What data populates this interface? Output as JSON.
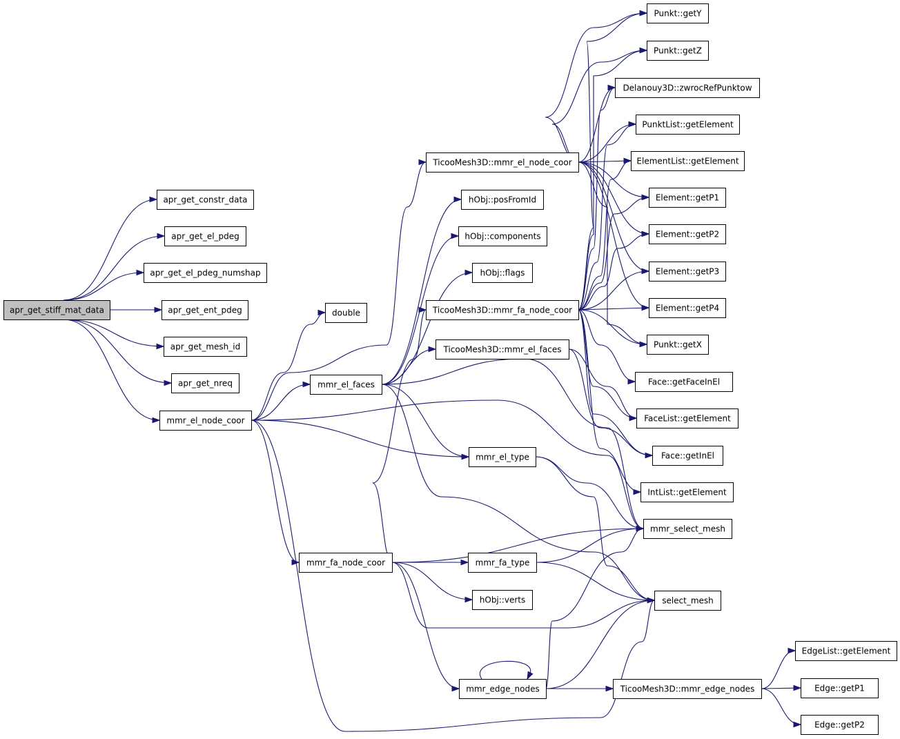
{
  "graph": {
    "colors": {
      "edge": "#191970",
      "node_fill": "#ffffff",
      "root_fill": "#bfbfbf",
      "border": "#000000"
    },
    "nodes": [
      {
        "id": "apr_get_stiff_mat_data",
        "label": "apr_get_stiff_mat_data",
        "root": true
      },
      {
        "id": "apr_get_constr_data",
        "label": "apr_get_constr_data"
      },
      {
        "id": "apr_get_el_pdeg",
        "label": "apr_get_el_pdeg"
      },
      {
        "id": "apr_get_el_pdeg_numshap",
        "label": "apr_get_el_pdeg_numshap"
      },
      {
        "id": "apr_get_ent_pdeg",
        "label": "apr_get_ent_pdeg"
      },
      {
        "id": "apr_get_mesh_id",
        "label": "apr_get_mesh_id"
      },
      {
        "id": "apr_get_nreq",
        "label": "apr_get_nreq"
      },
      {
        "id": "mmr_el_node_coor",
        "label": "mmr_el_node_coor"
      },
      {
        "id": "double",
        "label": "double"
      },
      {
        "id": "mmr_el_faces",
        "label": "mmr_el_faces"
      },
      {
        "id": "mmr_fa_node_coor",
        "label": "mmr_fa_node_coor"
      },
      {
        "id": "T_mmr_el_node_coor",
        "label": "TicooMesh3D::mmr_el_node_coor"
      },
      {
        "id": "hObj_posFromId",
        "label": "hObj::posFromId"
      },
      {
        "id": "hObj_components",
        "label": "hObj::components"
      },
      {
        "id": "hObj_flags",
        "label": "hObj::flags"
      },
      {
        "id": "T_mmr_fa_node_coor",
        "label": "TicooMesh3D::mmr_fa_node_coor"
      },
      {
        "id": "T_mmr_el_faces",
        "label": "TicooMesh3D::mmr_el_faces"
      },
      {
        "id": "mmr_el_type",
        "label": "mmr_el_type"
      },
      {
        "id": "mmr_fa_type",
        "label": "mmr_fa_type"
      },
      {
        "id": "hObj_verts",
        "label": "hObj::verts"
      },
      {
        "id": "mmr_edge_nodes",
        "label": "mmr_edge_nodes"
      },
      {
        "id": "Punkt_getY",
        "label": "Punkt::getY"
      },
      {
        "id": "Punkt_getZ",
        "label": "Punkt::getZ"
      },
      {
        "id": "Delanouy",
        "label": "Delanouy3D::zwrocRefPunktow"
      },
      {
        "id": "PunktList_getElement",
        "label": "PunktList::getElement"
      },
      {
        "id": "ElementList_getElement",
        "label": "ElementList::getElement"
      },
      {
        "id": "Element_getP1",
        "label": "Element::getP1"
      },
      {
        "id": "Element_getP2",
        "label": "Element::getP2"
      },
      {
        "id": "Element_getP3",
        "label": "Element::getP3"
      },
      {
        "id": "Element_getP4",
        "label": "Element::getP4"
      },
      {
        "id": "Punkt_getX",
        "label": "Punkt::getX"
      },
      {
        "id": "Face_getFaceInEl",
        "label": "Face::getFaceInEl"
      },
      {
        "id": "FaceList_getElement",
        "label": "FaceList::getElement"
      },
      {
        "id": "Face_getInEl",
        "label": "Face::getInEl"
      },
      {
        "id": "IntList_getElement",
        "label": "IntList::getElement"
      },
      {
        "id": "mmr_select_mesh",
        "label": "mmr_select_mesh"
      },
      {
        "id": "select_mesh",
        "label": "select_mesh"
      },
      {
        "id": "T_mmr_edge_nodes",
        "label": "TicooMesh3D::mmr_edge_nodes"
      },
      {
        "id": "EdgeList_getElement",
        "label": "EdgeList::getElement"
      },
      {
        "id": "Edge_getP1",
        "label": "Edge::getP1"
      },
      {
        "id": "Edge_getP2",
        "label": "Edge::getP2"
      }
    ],
    "edges": [
      [
        "apr_get_stiff_mat_data",
        "apr_get_constr_data"
      ],
      [
        "apr_get_stiff_mat_data",
        "apr_get_el_pdeg"
      ],
      [
        "apr_get_stiff_mat_data",
        "apr_get_el_pdeg_numshap"
      ],
      [
        "apr_get_stiff_mat_data",
        "apr_get_ent_pdeg"
      ],
      [
        "apr_get_stiff_mat_data",
        "apr_get_mesh_id"
      ],
      [
        "apr_get_stiff_mat_data",
        "apr_get_nreq"
      ],
      [
        "apr_get_stiff_mat_data",
        "mmr_el_node_coor"
      ],
      [
        "mmr_el_node_coor",
        "double"
      ],
      [
        "mmr_el_node_coor",
        "T_mmr_el_node_coor"
      ],
      [
        "mmr_el_node_coor",
        "mmr_el_faces"
      ],
      [
        "mmr_el_node_coor",
        "mmr_el_type"
      ],
      [
        "mmr_el_node_coor",
        "mmr_select_mesh"
      ],
      [
        "mmr_el_node_coor",
        "mmr_fa_node_coor"
      ],
      [
        "mmr_el_node_coor",
        "select_mesh"
      ],
      [
        "mmr_el_faces",
        "hObj_posFromId"
      ],
      [
        "mmr_el_faces",
        "hObj_components"
      ],
      [
        "mmr_el_faces",
        "hObj_flags"
      ],
      [
        "mmr_el_faces",
        "T_mmr_el_faces"
      ],
      [
        "mmr_el_faces",
        "mmr_el_type"
      ],
      [
        "mmr_el_faces",
        "mmr_select_mesh"
      ],
      [
        "mmr_el_faces",
        "select_mesh"
      ],
      [
        "mmr_fa_node_coor",
        "T_mmr_fa_node_coor"
      ],
      [
        "mmr_fa_node_coor",
        "mmr_fa_type"
      ],
      [
        "mmr_fa_node_coor",
        "hObj_verts"
      ],
      [
        "mmr_fa_node_coor",
        "mmr_select_mesh"
      ],
      [
        "mmr_fa_node_coor",
        "select_mesh"
      ],
      [
        "mmr_fa_node_coor",
        "mmr_edge_nodes"
      ],
      [
        "mmr_el_type",
        "mmr_select_mesh"
      ],
      [
        "mmr_el_type",
        "select_mesh"
      ],
      [
        "mmr_fa_type",
        "mmr_select_mesh"
      ],
      [
        "mmr_fa_type",
        "select_mesh"
      ],
      [
        "mmr_edge_nodes",
        "mmr_edge_nodes"
      ],
      [
        "mmr_edge_nodes",
        "mmr_select_mesh"
      ],
      [
        "mmr_edge_nodes",
        "select_mesh"
      ],
      [
        "mmr_edge_nodes",
        "T_mmr_edge_nodes"
      ],
      [
        "T_mmr_el_node_coor",
        "Punkt_getY"
      ],
      [
        "T_mmr_el_node_coor",
        "Punkt_getZ"
      ],
      [
        "T_mmr_el_node_coor",
        "Delanouy"
      ],
      [
        "T_mmr_el_node_coor",
        "PunktList_getElement"
      ],
      [
        "T_mmr_el_node_coor",
        "ElementList_getElement"
      ],
      [
        "T_mmr_el_node_coor",
        "Element_getP1"
      ],
      [
        "T_mmr_el_node_coor",
        "Element_getP2"
      ],
      [
        "T_mmr_el_node_coor",
        "Element_getP3"
      ],
      [
        "T_mmr_el_node_coor",
        "Element_getP4"
      ],
      [
        "T_mmr_el_node_coor",
        "Punkt_getX"
      ],
      [
        "T_mmr_fa_node_coor",
        "Punkt_getY"
      ],
      [
        "T_mmr_fa_node_coor",
        "Punkt_getZ"
      ],
      [
        "T_mmr_fa_node_coor",
        "Delanouy"
      ],
      [
        "T_mmr_fa_node_coor",
        "PunktList_getElement"
      ],
      [
        "T_mmr_fa_node_coor",
        "ElementList_getElement"
      ],
      [
        "T_mmr_fa_node_coor",
        "Element_getP1"
      ],
      [
        "T_mmr_fa_node_coor",
        "Element_getP2"
      ],
      [
        "T_mmr_fa_node_coor",
        "Element_getP3"
      ],
      [
        "T_mmr_fa_node_coor",
        "Element_getP4"
      ],
      [
        "T_mmr_fa_node_coor",
        "Punkt_getX"
      ],
      [
        "T_mmr_fa_node_coor",
        "Face_getFaceInEl"
      ],
      [
        "T_mmr_fa_node_coor",
        "FaceList_getElement"
      ],
      [
        "T_mmr_fa_node_coor",
        "Face_getInEl"
      ],
      [
        "T_mmr_fa_node_coor",
        "IntList_getElement"
      ],
      [
        "T_mmr_el_faces",
        "FaceList_getElement"
      ],
      [
        "T_mmr_el_faces",
        "Face_getInEl"
      ],
      [
        "T_mmr_edge_nodes",
        "EdgeList_getElement"
      ],
      [
        "T_mmr_edge_nodes",
        "Edge_getP1"
      ],
      [
        "T_mmr_edge_nodes",
        "Edge_getP2"
      ]
    ]
  }
}
